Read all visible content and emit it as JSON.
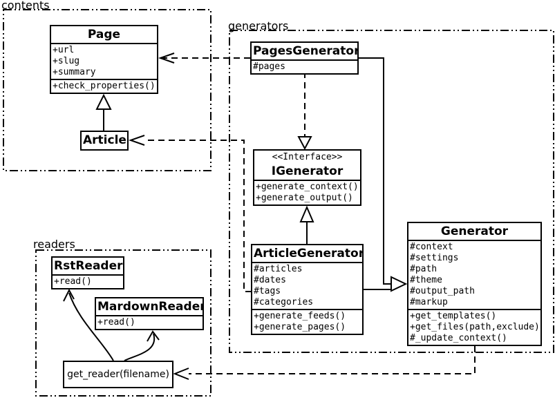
{
  "diagram": {
    "type": "uml-class-diagram",
    "colors": {
      "line": "#000000",
      "background": "#ffffff",
      "box_fill": "#ffffff"
    },
    "packages": [
      {
        "label": "contents"
      },
      {
        "label": "generators"
      },
      {
        "label": "readers"
      }
    ],
    "classes": {
      "page": {
        "name": "Page",
        "attributes": [
          "+url",
          "+slug",
          "+summary"
        ],
        "methods": [
          "+check_properties()"
        ]
      },
      "article": {
        "name": "Article"
      },
      "pages_generator": {
        "name": "PagesGenerator",
        "attributes": [
          "#pages"
        ]
      },
      "igenerator": {
        "stereotype": "<<Interface>>",
        "name": "IGenerator",
        "methods": [
          "+generate_context()",
          "+generate_output()"
        ]
      },
      "article_generator": {
        "name": "ArticleGenerator",
        "attributes": [
          "#articles",
          "#dates",
          "#tags",
          "#categories"
        ],
        "methods": [
          "+generate_feeds()",
          "+generate_pages()"
        ]
      },
      "generator": {
        "name": "Generator",
        "attributes": [
          "#context",
          "#settings",
          "#path",
          "#theme",
          "#output_path",
          "#markup"
        ],
        "methods": [
          "+get_templates()",
          "+get_files(path,exclude)",
          "#_update_context()"
        ]
      },
      "rst_reader": {
        "name": "RstReader",
        "methods": [
          "+read()"
        ]
      },
      "mardown_reader": {
        "name": "MardownReader",
        "methods": [
          "+read()"
        ]
      },
      "get_reader": {
        "name": "get_reader(filename)"
      }
    },
    "relations": [
      {
        "from": "Article",
        "to": "Page",
        "type": "inheritance"
      },
      {
        "from": "PagesGenerator",
        "to": "Page",
        "type": "dependency"
      },
      {
        "from": "PagesGenerator",
        "to": "IGenerator",
        "type": "realization"
      },
      {
        "from": "ArticleGenerator",
        "to": "IGenerator",
        "type": "realization"
      },
      {
        "from": "PagesGenerator",
        "to": "Generator",
        "type": "inheritance"
      },
      {
        "from": "ArticleGenerator",
        "to": "Generator",
        "type": "inheritance"
      },
      {
        "from": "ArticleGenerator",
        "to": "Article",
        "type": "dependency"
      },
      {
        "from": "Generator",
        "to": "get_reader(filename)",
        "type": "dependency"
      },
      {
        "from": "get_reader(filename)",
        "to": "RstReader",
        "type": "call-arrow"
      },
      {
        "from": "get_reader(filename)",
        "to": "MardownReader",
        "type": "call-arrow"
      }
    ]
  }
}
